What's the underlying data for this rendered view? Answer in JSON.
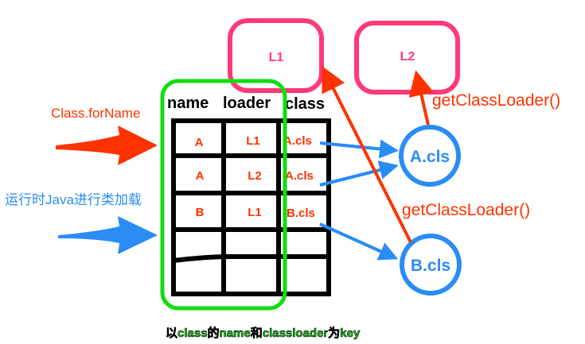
{
  "loaders": {
    "l1": "L1",
    "l2": "L2"
  },
  "table": {
    "headers": [
      "name",
      "loader",
      "class"
    ],
    "rows": [
      [
        "A",
        "L1",
        "A.cls"
      ],
      [
        "A",
        "L2",
        "A.cls"
      ],
      [
        "B",
        "L1",
        "B.cls"
      ]
    ]
  },
  "classes": {
    "a": "A.cls",
    "b": "B.cls"
  },
  "labels": {
    "forname": "Class.forName",
    "runtime": "运行时Java进行类加载",
    "get_loader_a": "getClassLoader()",
    "get_loader_b": "getClassLoader()",
    "key_note": "以class的name和classloader为key"
  },
  "colors": {
    "red": "#ff3300",
    "blue": "#2a8cf5",
    "pink": "#ff3a77",
    "green": "#11dd11"
  }
}
